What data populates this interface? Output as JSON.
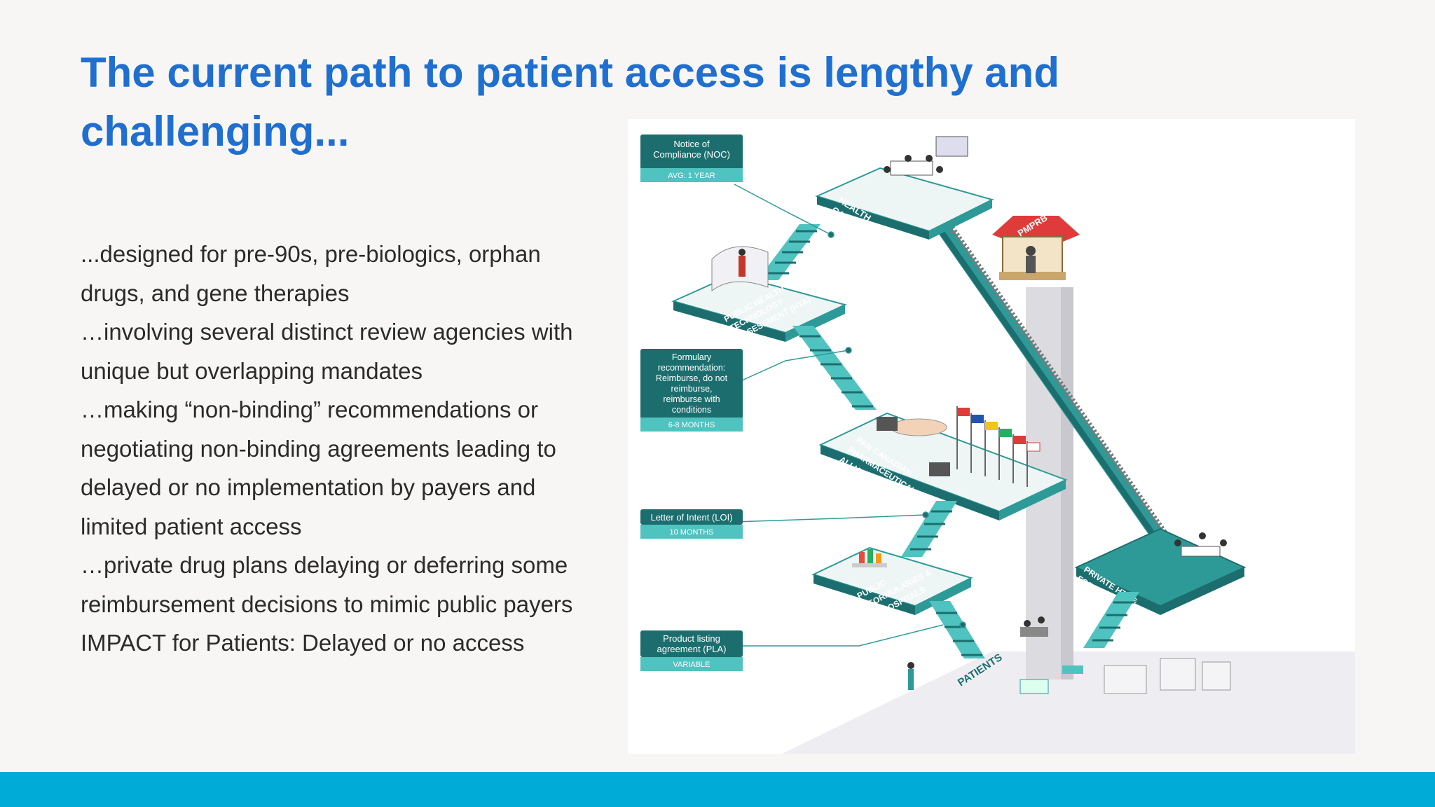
{
  "slide": {
    "title_line1": "The current path to patient access is lengthy and",
    "title_line2": "challenging...",
    "bullets": [
      "...designed for pre-90s, pre-biologics, orphan",
      "drugs, and gene therapies",
      "…involving several distinct review agencies with",
      "unique but overlapping mandates",
      "…making “non-binding” recommendations or",
      "negotiating non-binding agreements leading to",
      "delayed or no implementation by payers and",
      "limited patient access",
      "…private drug plans delaying or deferring some",
      "reimbursement decisions to mimic public payers",
      "IMPACT for Patients: Delayed or no access"
    ]
  },
  "figure": {
    "callouts": {
      "noc_l1": "Notice of",
      "noc_l2": "Compliance (NOC)",
      "noc_time": "AVG: 1 YEAR",
      "form_l1": "Formulary",
      "form_l2": "recommendation:",
      "form_l3": "Reimburse, do not",
      "form_l4": "reimburse,",
      "form_l5": "reimburse with",
      "form_l6": "conditions",
      "form_time": "6-8 MONTHS",
      "loi_l1": "Letter of Intent (LOI)",
      "loi_time": "10 MONTHS",
      "pla_l1": "Product listing",
      "pla_l2": "agreement (PLA)",
      "pla_time": "VARIABLE"
    },
    "stages": {
      "hc_l1": "HEALTH",
      "hc_l2": "CANADA",
      "hta_l1": "PUBLIC HEALTH",
      "hta_l2": "TECHNOLOGY",
      "hta_l3": "ASSESSMENT (HTA)",
      "pcpa_l1": "PAN-CANADIAN",
      "pcpa_l2": "PHARMACEUTICAL",
      "pcpa_l3": "ALLIANCE (pCPA)",
      "pub_l1": "PUBLIC",
      "pub_l2": "FORMULARIES &",
      "pub_l3": "HOSPITALS",
      "priv_l1": "PRIVATE HTA &",
      "priv_l2": "FORMULARIES",
      "pmprb": "PMPRB",
      "patients": "PATIENTS"
    },
    "colors": {
      "teal_dark": "#1c6e6e",
      "teal_mid": "#2e9a98",
      "teal_light": "#4fc3c0",
      "pmprb_red": "#e03b3b"
    }
  },
  "colors": {
    "title": "#1f6fd0",
    "body": "#2b2b2b",
    "footer": "#00abd8",
    "background": "#f8f6f4"
  }
}
